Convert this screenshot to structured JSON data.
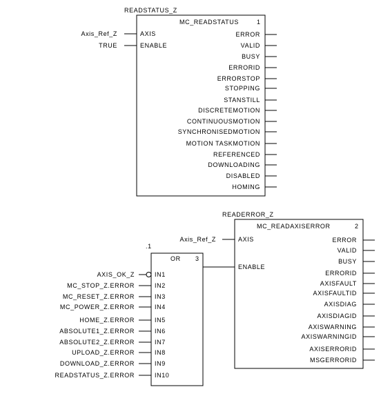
{
  "blocks": {
    "readstatus": {
      "instance": "READSTATUS_Z",
      "type": "MC_READSTATUS",
      "number": "1",
      "inputs": [
        {
          "external": "Axis_Ref_Z",
          "pin": "AXIS"
        },
        {
          "external": "TRUE",
          "pin": "ENABLE"
        }
      ],
      "outputs": [
        "ERROR",
        "VALID",
        "BUSY",
        "ERRORID",
        "ERRORSTOP",
        "STOPPING",
        "STANSTILL",
        "DISCRETEMOTION",
        "CONTINUOUSMOTION",
        "SYNCHRONISEDMOTION",
        "MOTION TASKMOTION",
        "REFERENCED",
        "DOWNLOADING",
        "DISABLED",
        "HOMING"
      ]
    },
    "orgate": {
      "instance": ".1",
      "type": "OR",
      "number": "3",
      "inputs": [
        {
          "external": "AXIS_OK_Z",
          "pin": "IN1",
          "negated": true
        },
        {
          "external": "MC_STOP_Z.ERROR",
          "pin": "IN2"
        },
        {
          "external": "MC_RESET_Z.ERROR",
          "pin": "IN3"
        },
        {
          "external": "MC_POWER_Z.ERROR",
          "pin": "IN4"
        },
        {
          "external": "HOME_Z.ERROR",
          "pin": "IN5"
        },
        {
          "external": "ABSOLUTE1_Z.ERROR",
          "pin": "IN6"
        },
        {
          "external": "ABSOLUTE2_Z.ERROR",
          "pin": "IN7"
        },
        {
          "external": "UPLOAD_Z.ERROR",
          "pin": "IN8"
        },
        {
          "external": "DOWNLOAD_Z.ERROR",
          "pin": "IN9"
        },
        {
          "external": "READSTATUS_Z.ERROR",
          "pin": "IN10"
        }
      ]
    },
    "readerror": {
      "instance": "READERROR_Z",
      "type": "MC_READAXISERROR",
      "number": "2",
      "inputs": [
        {
          "external": "Axis_Ref_Z",
          "pin": "AXIS"
        },
        {
          "external": "",
          "pin": "ENABLE"
        }
      ],
      "outputs": [
        "ERROR",
        "VALID",
        "BUSY",
        "ERRORID",
        "AXISFAULT",
        "AXISFAULTID",
        "AXISDIAG",
        "AXISDIAGID",
        "AXISWARNING",
        "AXISWARNINGID",
        "AXISERRORID",
        "MSGERRORID"
      ]
    }
  }
}
